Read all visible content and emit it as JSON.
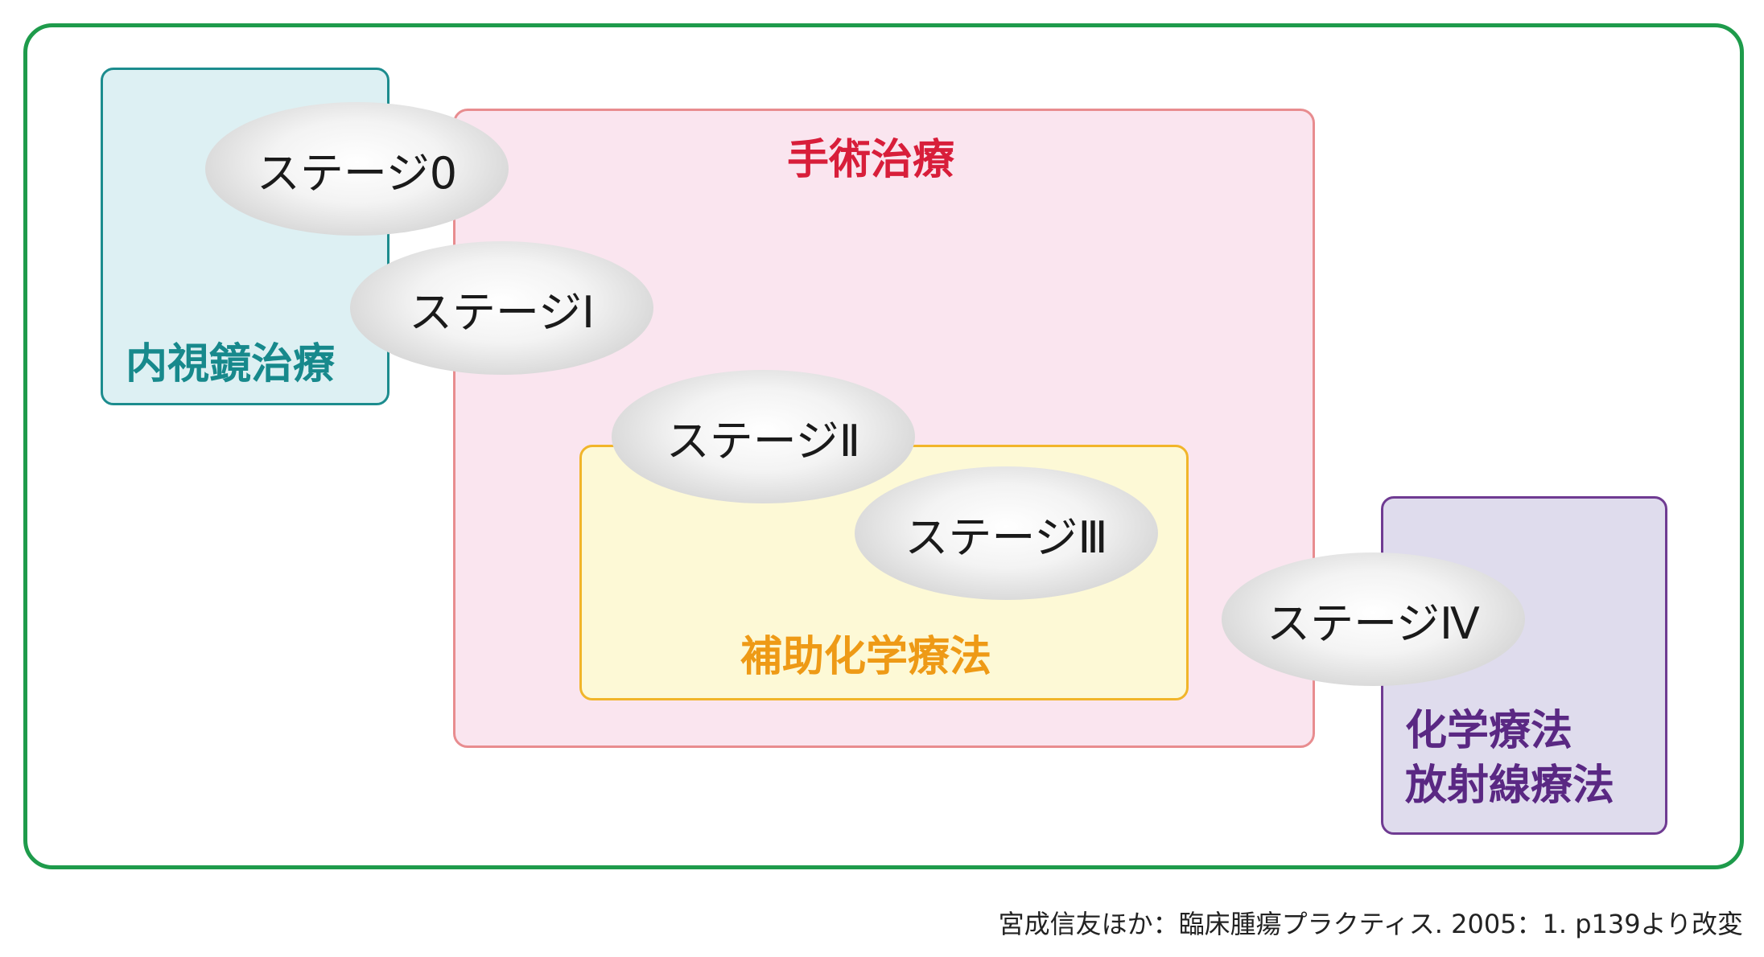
{
  "regions": {
    "endoscopic": "内視鏡治療",
    "surgery": "手術治療",
    "adjuvant": "補助化学療法",
    "chemo_line1": "化学療法",
    "chemo_line2": "放射線療法"
  },
  "stages": [
    "ステージ0",
    "ステージⅠ",
    "ステージⅡ",
    "ステージⅢ",
    "ステージⅣ"
  ],
  "citation": "宮成信友ほか：臨床腫瘍プラクティス. 2005：1. p139より改変",
  "colors": {
    "outer_border": "#1e9b4b",
    "endoscopic": "#17898c",
    "surgery": "#d81e3a",
    "adjuvant": "#ee9a16",
    "chemo": "#5a2883"
  }
}
